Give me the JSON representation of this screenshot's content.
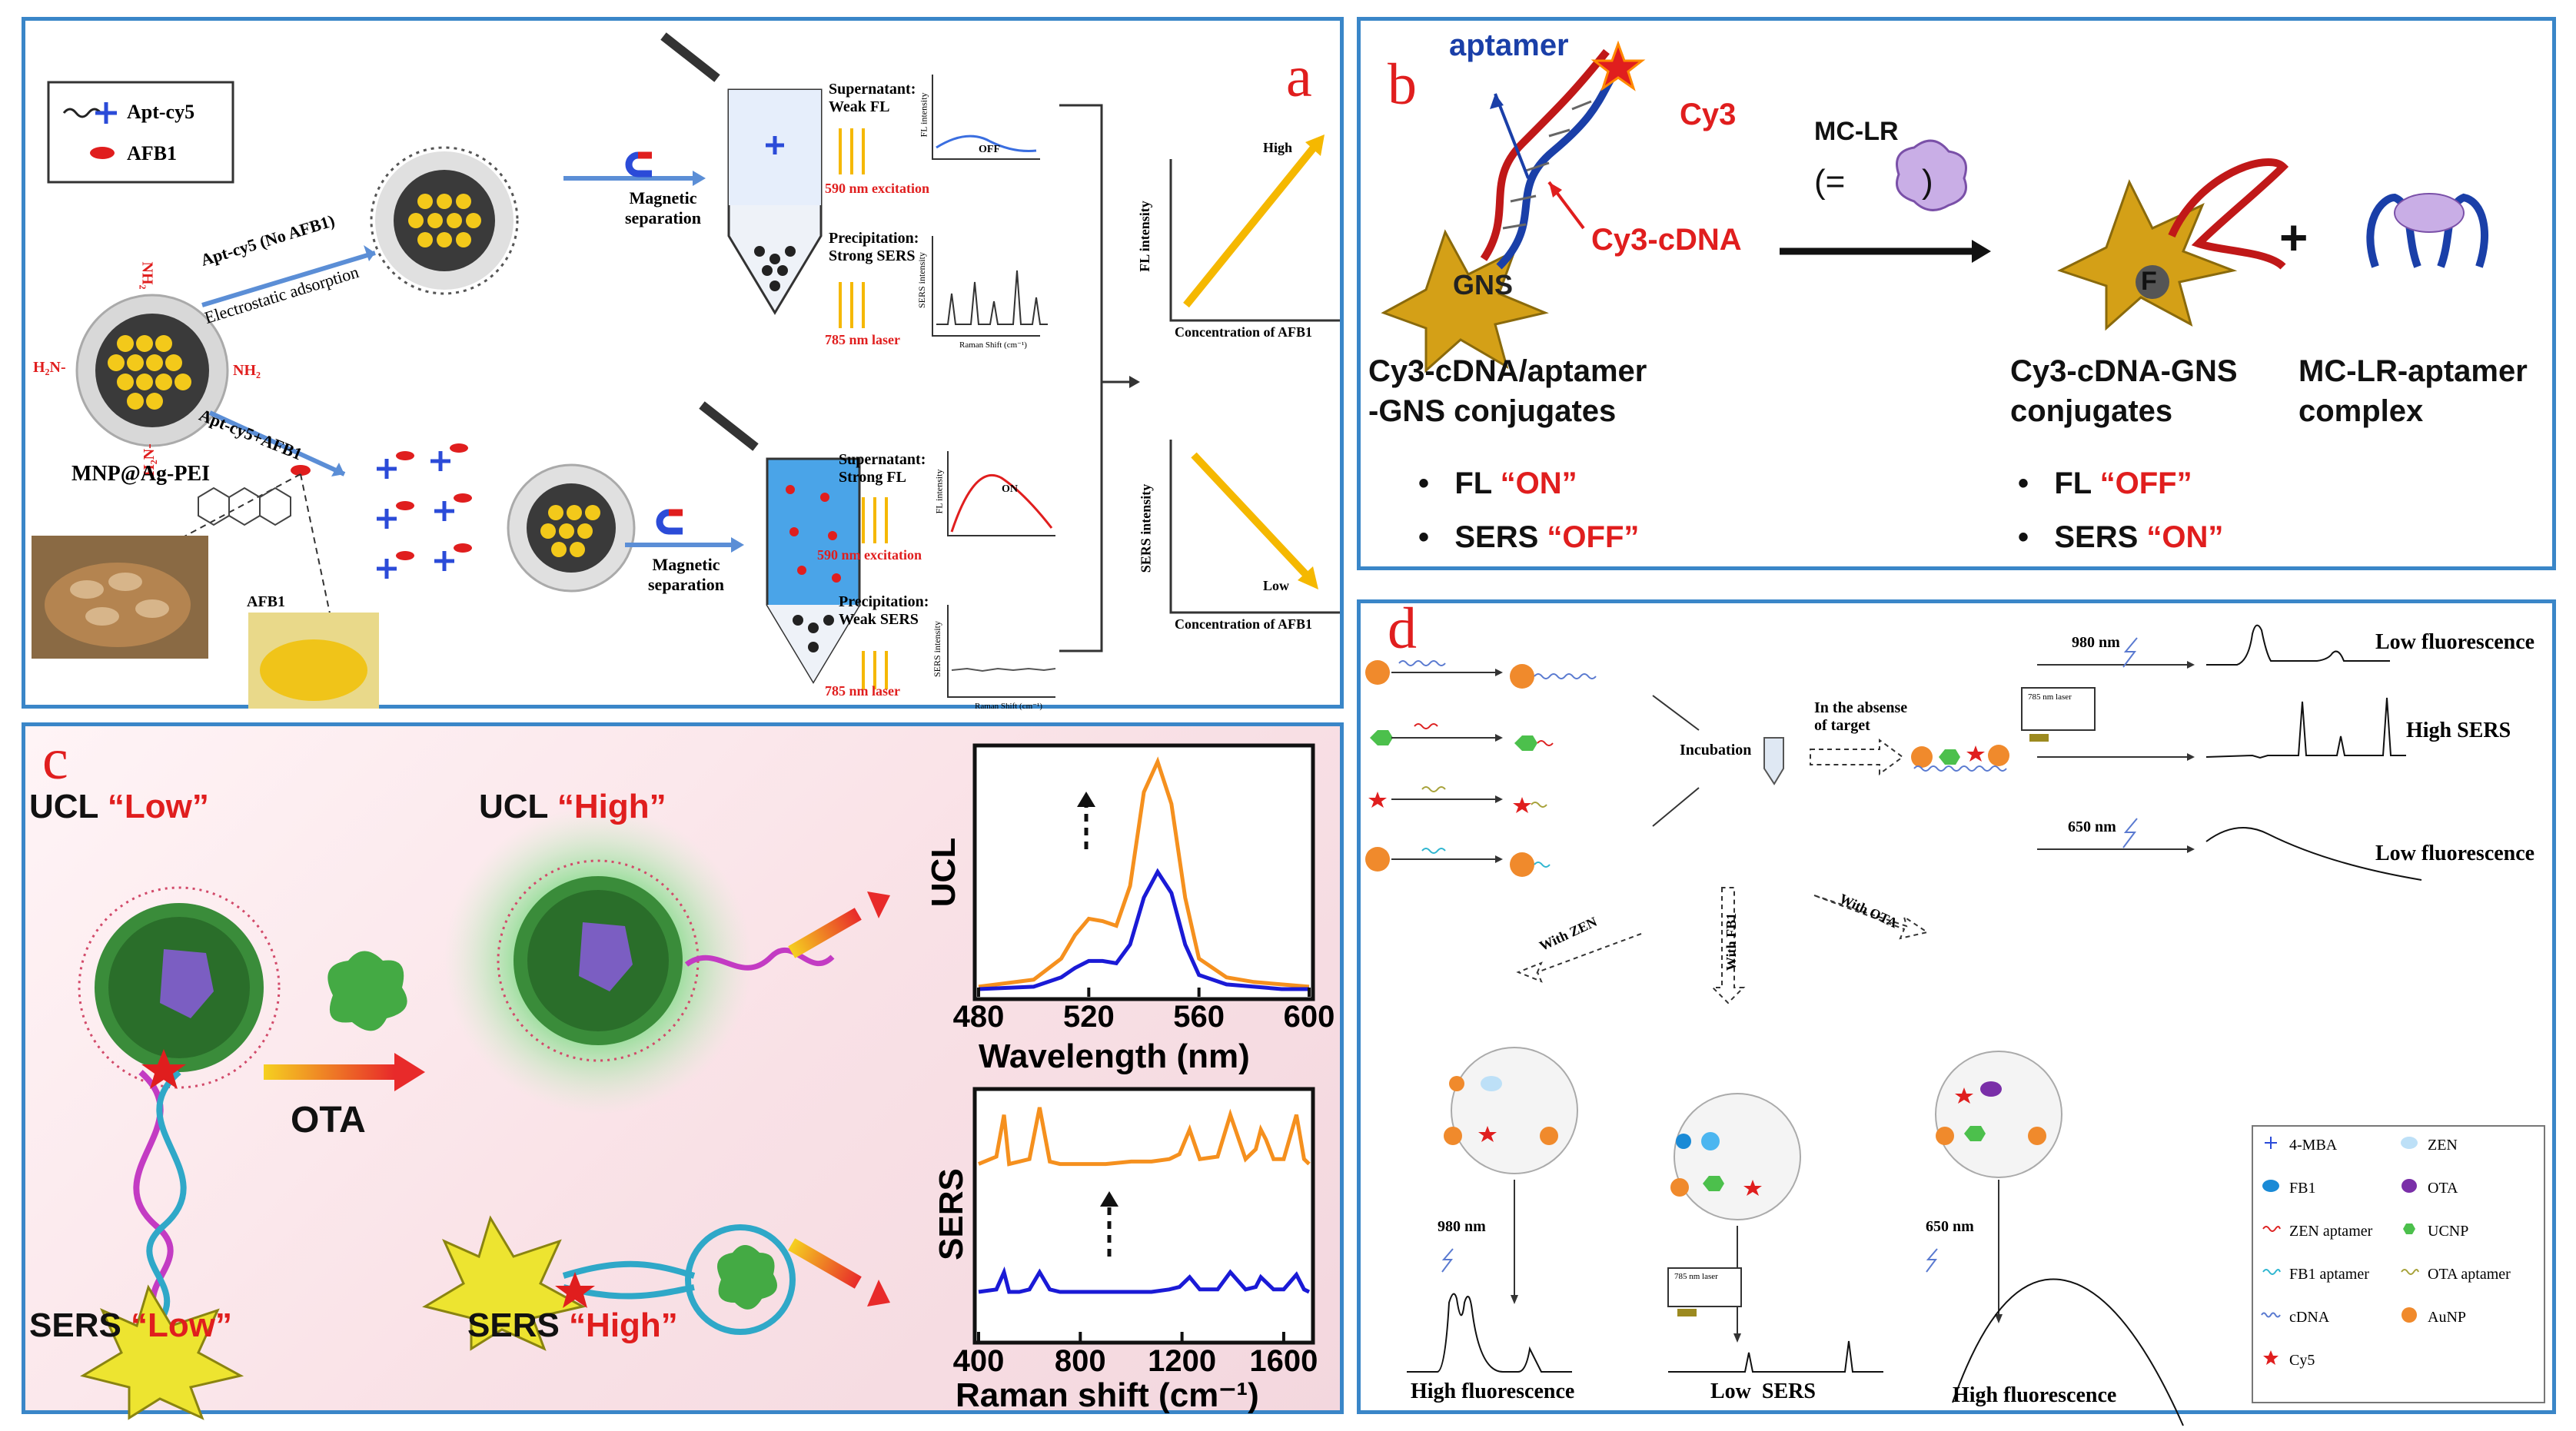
{
  "panel_a": {
    "letter": "a",
    "legend": [
      "Apt-cy5",
      "AFB1"
    ],
    "mnp_label": "MNP@Ag-PEI",
    "amine": [
      "NH₂",
      "H₂N-",
      "NH₂",
      "H₂N-"
    ],
    "route_top_label": "Apt-cy5 (No AFB1)",
    "route_top_sub": "Electrostatic adsorption",
    "route_bottom_label": "Apt-cy5+AFB1",
    "afb1_label": "AFB1",
    "magnetic_separation": "Magnetic\nseparation",
    "top": {
      "supernatant": "Supernatant:\nWeak FL",
      "excitation": "590 nm excitation",
      "precipitation": "Precipitation:\nStrong SERS",
      "laser": "785 nm laser",
      "fl_state": "OFF"
    },
    "bottom": {
      "supernatant": "Supernatant:\nStrong FL",
      "excitation": "590 nm excitation",
      "precipitation": "Precipitation:\nWeak SERS",
      "laser": "785 nm laser",
      "fl_state": "ON"
    },
    "fl_axis": "FL intensity",
    "sers_axis": "SERS intensity",
    "raman_axis": "Raman Shift (cm⁻¹)",
    "trend_top": {
      "ylabel": "FL intensity",
      "xlabel": "Concentration of AFB1",
      "tag": "High"
    },
    "trend_bottom": {
      "ylabel": "SERS intensity",
      "xlabel": "Concentration of AFB1",
      "tag": "Low"
    }
  },
  "panel_b": {
    "letter": "b",
    "aptamer": "aptamer",
    "cy3": "Cy3",
    "cy3_cdna": "Cy3-cDNA",
    "gns": "GNS",
    "mclr": "MC-LR",
    "mclr_eq_open": "(=",
    "mclr_eq_close": ")",
    "quench": "F",
    "plus": "+",
    "left_title": "Cy3-cDNA/aptamer\n-GNS conjugates",
    "mid_title": "Cy3-cDNA-GNS\nconjugates",
    "right_title": "MC-LR-aptamer\ncomplex",
    "left_items": [
      {
        "label": "FL",
        "state": "“ON”"
      },
      {
        "label": "SERS",
        "state": "“OFF”"
      }
    ],
    "right_items": [
      {
        "label": "FL",
        "state": "“OFF”"
      },
      {
        "label": "SERS",
        "state": "“ON”"
      }
    ]
  },
  "panel_c": {
    "letter": "c",
    "ucl_low": {
      "label": "UCL ",
      "state": "“Low”"
    },
    "ucl_high": {
      "label": "UCL ",
      "state": "“High”"
    },
    "sers_low": {
      "label": "SERS ",
      "state": "“Low”"
    },
    "sers_high": {
      "label": "SERS ",
      "state": "“High”"
    },
    "ota": "OTA"
  },
  "panel_d": {
    "letter": "d",
    "incubation": "Incubation",
    "absence": "In the absense\nof target",
    "nm980": "980 nm",
    "nm650": "650 nm",
    "low_fluor": "Low fluorescence",
    "high_sers": "High SERS",
    "low_fluor2": "Low fluorescence",
    "with_zen": "With ZEN",
    "with_fb1": "With FB1",
    "with_ota": "With OTA",
    "high_fluor": "High fluorescence",
    "low_sers": "Low  SERS",
    "high_fluor2": "High fluorescence",
    "laser_box": "785 nm laser",
    "legend": [
      {
        "name": "4-MBA",
        "icon": "plus"
      },
      {
        "name": "ZEN",
        "icon": "ellipse-lightblue"
      },
      {
        "name": "FB1",
        "icon": "blob-blue"
      },
      {
        "name": "OTA",
        "icon": "blob-purple"
      },
      {
        "name": "ZEN aptamer",
        "icon": "wave-red"
      },
      {
        "name": "UCNP",
        "icon": "hexagon-green"
      },
      {
        "name": "FB1 aptamer",
        "icon": "wave-cyan"
      },
      {
        "name": "OTA aptamer",
        "icon": "wave-olive"
      },
      {
        "name": "cDNA",
        "icon": "wave-blue"
      },
      {
        "name": "AuNP",
        "icon": "circle-orange"
      },
      {
        "name": "Cy5",
        "icon": "star-red"
      }
    ]
  },
  "chart_data": [
    {
      "type": "line",
      "xlabel": "Wavelength (nm)",
      "ylabel": "UCL",
      "xlim": [
        480,
        600
      ],
      "x_ticks": [
        480,
        520,
        560,
        600
      ],
      "series": [
        {
          "color": "#f5901e",
          "x": [
            480,
            500,
            510,
            515,
            520,
            525,
            530,
            535,
            540,
            545,
            550,
            555,
            560,
            570,
            580,
            590,
            600
          ],
          "y": [
            0.02,
            0.05,
            0.14,
            0.24,
            0.31,
            0.3,
            0.28,
            0.45,
            0.85,
            0.98,
            0.8,
            0.4,
            0.14,
            0.06,
            0.04,
            0.03,
            0.02
          ]
        },
        {
          "color": "#1a1ad6",
          "x": [
            480,
            500,
            510,
            515,
            520,
            525,
            530,
            535,
            540,
            545,
            550,
            555,
            560,
            570,
            580,
            590,
            600
          ],
          "y": [
            0.01,
            0.02,
            0.06,
            0.1,
            0.13,
            0.13,
            0.12,
            0.2,
            0.4,
            0.51,
            0.42,
            0.2,
            0.07,
            0.03,
            0.02,
            0.01,
            0.01
          ]
        }
      ]
    },
    {
      "type": "line",
      "xlabel": "Raman shift (cm⁻¹)",
      "ylabel": "SERS",
      "xlim": [
        400,
        1700
      ],
      "x_ticks": [
        400,
        800,
        1200,
        1600
      ],
      "series": [
        {
          "color": "#f5901e",
          "x": [
            400,
            470,
            500,
            520,
            560,
            600,
            640,
            680,
            720,
            800,
            900,
            1000,
            1080,
            1150,
            1190,
            1230,
            1270,
            1340,
            1390,
            1450,
            1490,
            1510,
            1530,
            1560,
            1600,
            1650,
            1680,
            1700
          ],
          "y": [
            0.72,
            0.75,
            0.92,
            0.72,
            0.73,
            0.74,
            0.95,
            0.73,
            0.72,
            0.72,
            0.72,
            0.73,
            0.73,
            0.74,
            0.76,
            0.86,
            0.74,
            0.75,
            0.92,
            0.74,
            0.78,
            0.86,
            0.82,
            0.74,
            0.74,
            0.92,
            0.74,
            0.72
          ]
        },
        {
          "color": "#1a1ad6",
          "x": [
            400,
            470,
            500,
            520,
            560,
            600,
            640,
            680,
            720,
            800,
            900,
            1000,
            1080,
            1150,
            1190,
            1230,
            1270,
            1340,
            1390,
            1450,
            1490,
            1510,
            1530,
            1560,
            1600,
            1650,
            1680,
            1700
          ],
          "y": [
            0.2,
            0.21,
            0.28,
            0.2,
            0.2,
            0.21,
            0.28,
            0.21,
            0.2,
            0.2,
            0.2,
            0.2,
            0.2,
            0.21,
            0.22,
            0.26,
            0.21,
            0.21,
            0.28,
            0.21,
            0.22,
            0.26,
            0.24,
            0.21,
            0.21,
            0.27,
            0.21,
            0.2
          ]
        }
      ]
    }
  ]
}
